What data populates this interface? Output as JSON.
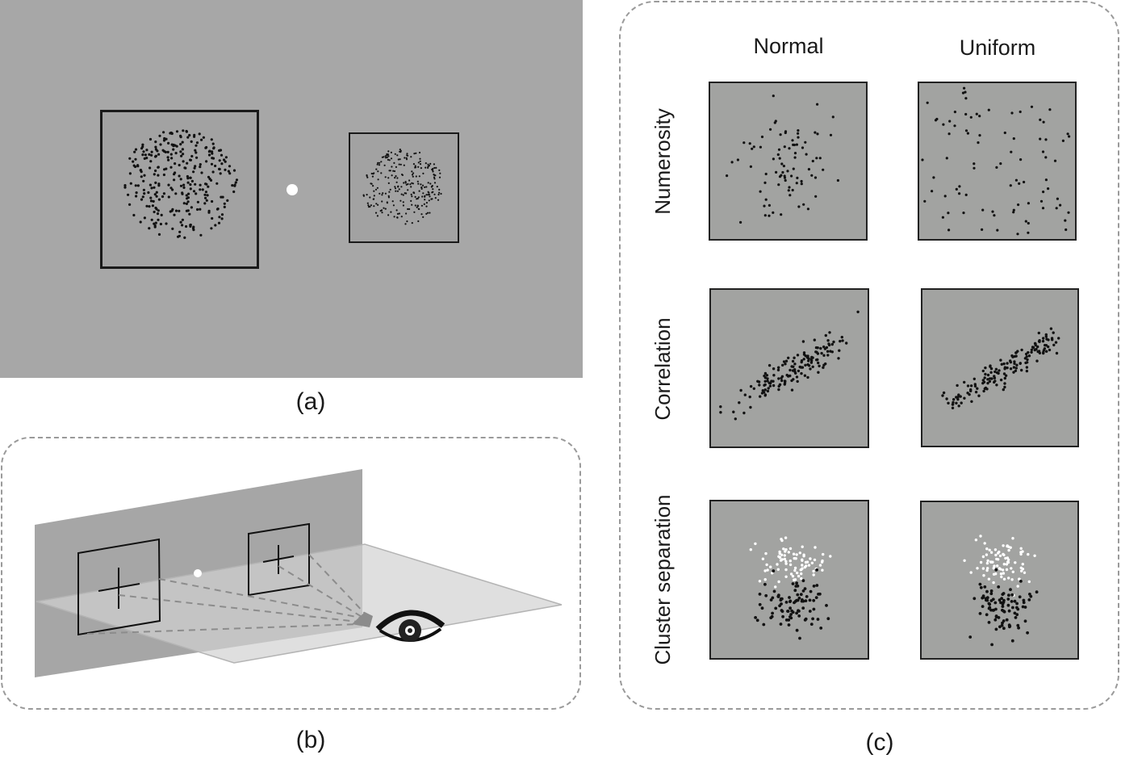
{
  "captions": {
    "a": "(a)",
    "b": "(b)",
    "c": "(c)"
  },
  "columns": {
    "normal": "Normal",
    "uniform": "Uniform"
  },
  "rows": {
    "numerosity": "Numerosity",
    "correlation": "Correlation",
    "cluster": "Cluster separation"
  },
  "colors": {
    "stimulus_bg": "#a7a7a7",
    "dot_dark": "#111111",
    "dot_light": "#ffffff",
    "frame_dash": "#9a9a9a"
  },
  "icons": {
    "viewer": "eye-icon",
    "fixation": "fixation-dot",
    "cross": "crosshair-icon"
  }
}
